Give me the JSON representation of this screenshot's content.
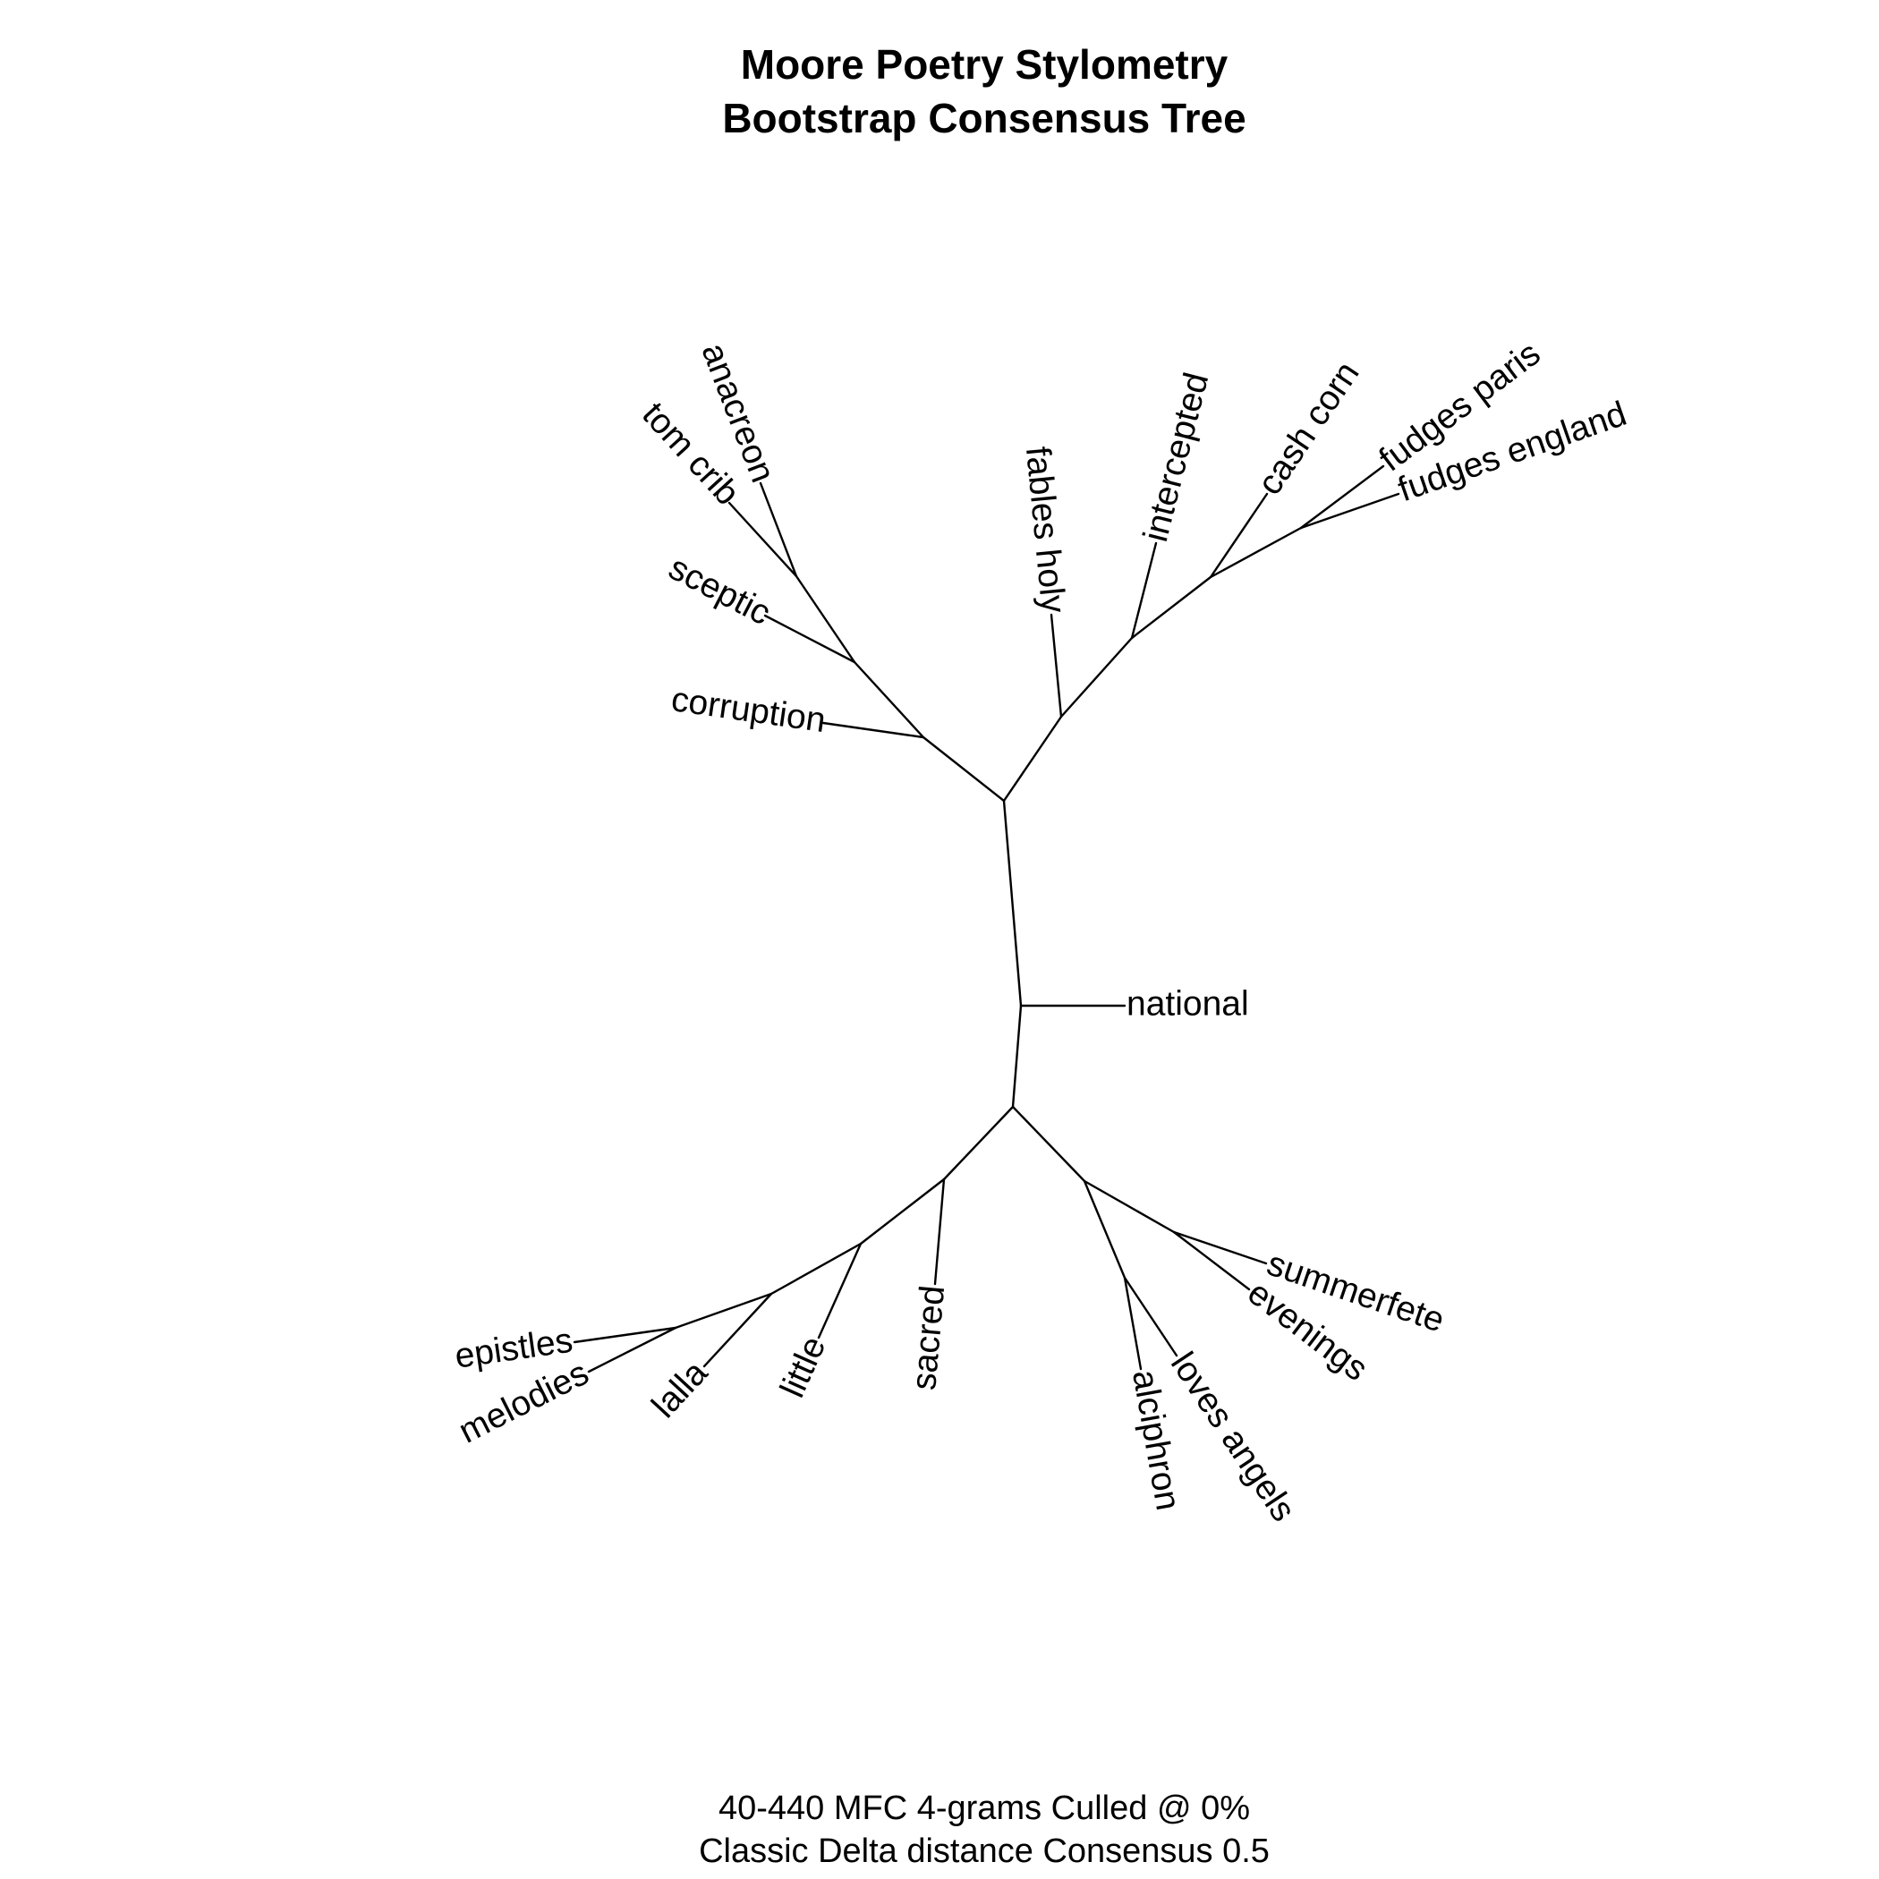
{
  "title": {
    "line1": "Moore Poetry Stylometry",
    "line2": "Bootstrap Consensus Tree"
  },
  "caption": {
    "line1": "40-440 MFC 4-grams Culled @ 0%",
    "line2": "Classic Delta distance Consensus 0.5"
  },
  "colors": {
    "lines": "#000000",
    "text": "#000000",
    "background": "#ffffff"
  },
  "tree": {
    "layout": "unrooted",
    "leaves": [
      "anacreon",
      "tom crib",
      "sceptic",
      "corruption",
      "fables holy",
      "intercepted",
      "cash corn",
      "fudges paris",
      "fudges england",
      "national",
      "summerfete",
      "evenings",
      "loves angels",
      "alciphron",
      "sacred",
      "little",
      "lalla",
      "epistles",
      "melodies"
    ],
    "clades": [
      [
        "anacreon",
        "tom crib"
      ],
      [
        "anacreon",
        "tom crib",
        "sceptic"
      ],
      [
        "anacreon",
        "tom crib",
        "sceptic",
        "corruption"
      ],
      [
        "fudges paris",
        "fudges england"
      ],
      [
        "cash corn",
        "fudges paris",
        "fudges england"
      ],
      [
        "intercepted",
        "cash corn",
        "fudges paris",
        "fudges england"
      ],
      [
        "fables holy",
        "intercepted",
        "cash corn",
        "fudges paris",
        "fudges england"
      ],
      [
        "summerfete",
        "evenings"
      ],
      [
        "loves angels",
        "alciphron"
      ],
      [
        "summerfete",
        "evenings",
        "loves angels",
        "alciphron"
      ],
      [
        "epistles",
        "melodies"
      ],
      [
        "lalla",
        "epistles",
        "melodies"
      ],
      [
        "little",
        "lalla",
        "epistles",
        "melodies"
      ],
      [
        "sacred",
        "little",
        "lalla",
        "epistles",
        "melodies"
      ]
    ]
  }
}
